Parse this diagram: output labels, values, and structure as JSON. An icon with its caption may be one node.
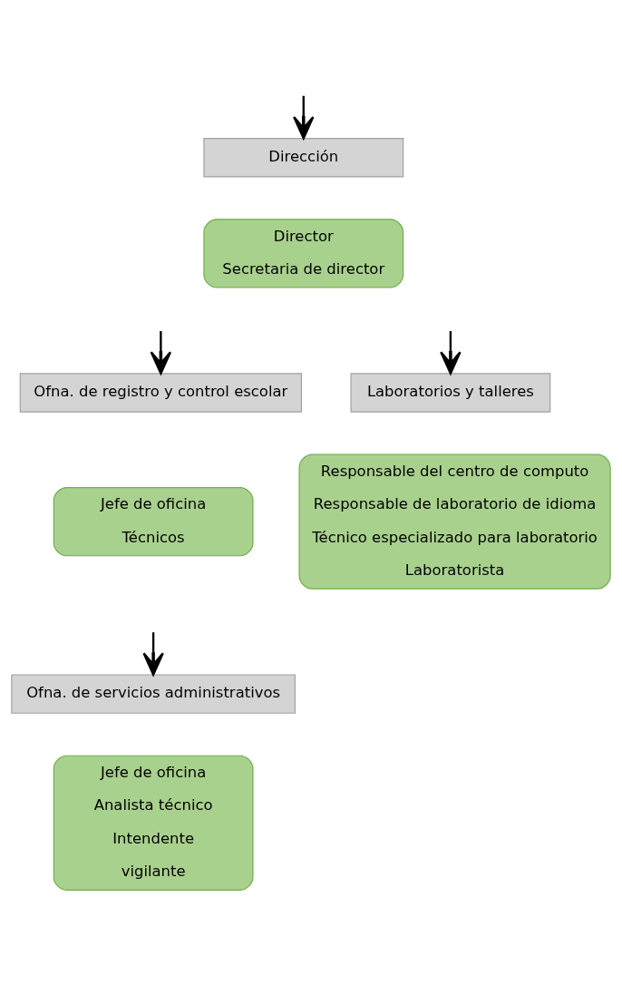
{
  "diagram": {
    "nodes": [
      {
        "text": [
          "Dirección"
        ]
      },
      {
        "text": [
          "Director",
          "Secretaria de director"
        ]
      },
      {
        "text": [
          "Ofna. de registro y control escolar"
        ]
      },
      {
        "text": [
          "Jefe de oficina",
          "Técnicos"
        ]
      },
      {
        "text": [
          "Laboratorios y talleres"
        ]
      },
      {
        "text": [
          "Responsable del centro de computo",
          "Responsable de laboratorio de idioma",
          "Técnico especializado para laboratorio",
          "Laboratorista"
        ]
      },
      {
        "text": [
          "Ofna. de servicios administrativos"
        ]
      },
      {
        "text": [
          "Jefe de oficina",
          "Analista técnico",
          "Intendente",
          "vigilante"
        ]
      }
    ],
    "edges": [
      {
        "from": null,
        "to": 0,
        "arrow": "to"
      },
      {
        "from": null,
        "to": 2,
        "arrow": "to"
      },
      {
        "from": null,
        "to": 4,
        "arrow": "to"
      },
      {
        "from": null,
        "to": 6,
        "arrow": "to"
      }
    ]
  }
}
